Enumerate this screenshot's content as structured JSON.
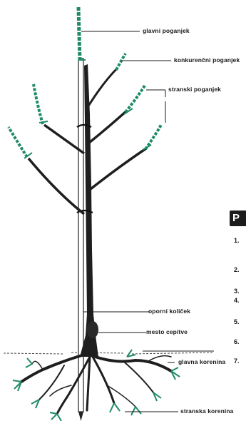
{
  "labels": {
    "main_shoot": "glavni poganjek",
    "competing_shoot": "konkurenčni poganjek",
    "side_shoot": "stranski poganjek",
    "support_stake": "oporni količek",
    "graft_point": "mesto cepitve",
    "main_root": "glavna korenina",
    "side_root": "stranska korenina"
  },
  "right_edge": {
    "header_letter": "P",
    "numbers": [
      "1.",
      "2.",
      "3.",
      "4.",
      "5.",
      "6.",
      "7."
    ]
  },
  "colors": {
    "shoot_green": "#1f8a6a",
    "bark": "#1e1e1e",
    "label_text": "#1a1a1a"
  }
}
